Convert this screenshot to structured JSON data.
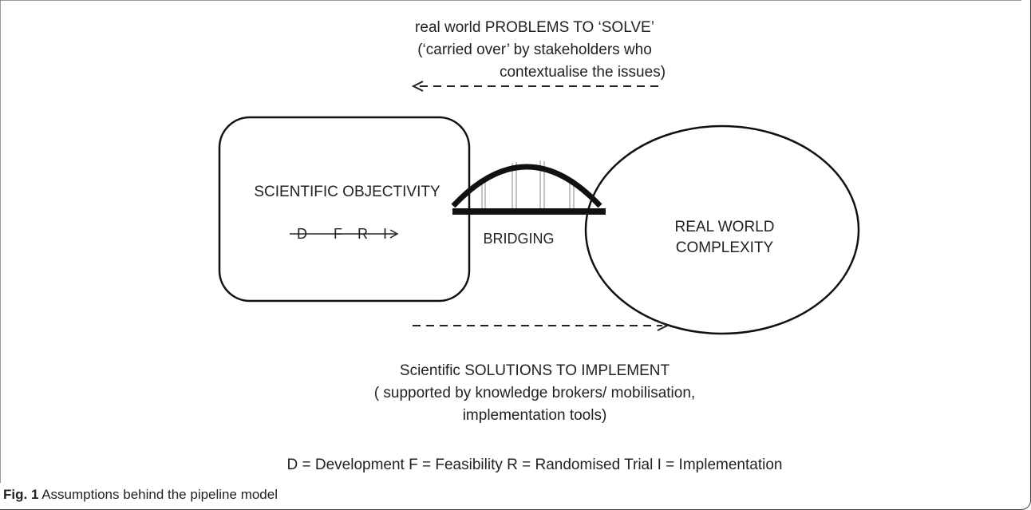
{
  "diagram": {
    "problems": {
      "title": "real world PROBLEMS TO ‘SOLVE’",
      "line2": "(‘carried over’ by stakeholders who",
      "line3": "contextualise the issues)"
    },
    "scientific_box": {
      "label": "SCIENTIFIC OBJECTIVITY",
      "pipeline": [
        "D",
        "F",
        "R",
        "I"
      ]
    },
    "bridge": {
      "label": "BRIDGING"
    },
    "real_world": {
      "line1": "REAL WORLD",
      "line2": "COMPLEXITY"
    },
    "solutions": {
      "title": "Scientific SOLUTIONS TO IMPLEMENT",
      "line2": "( supported by knowledge brokers/ mobilisation,",
      "line3": "implementation tools)"
    },
    "legend": "D = Development F = Feasibility  R = Randomised Trial  I = Implementation"
  },
  "caption": {
    "label": "Fig. 1",
    "text": " Assumptions behind the pipeline model"
  }
}
